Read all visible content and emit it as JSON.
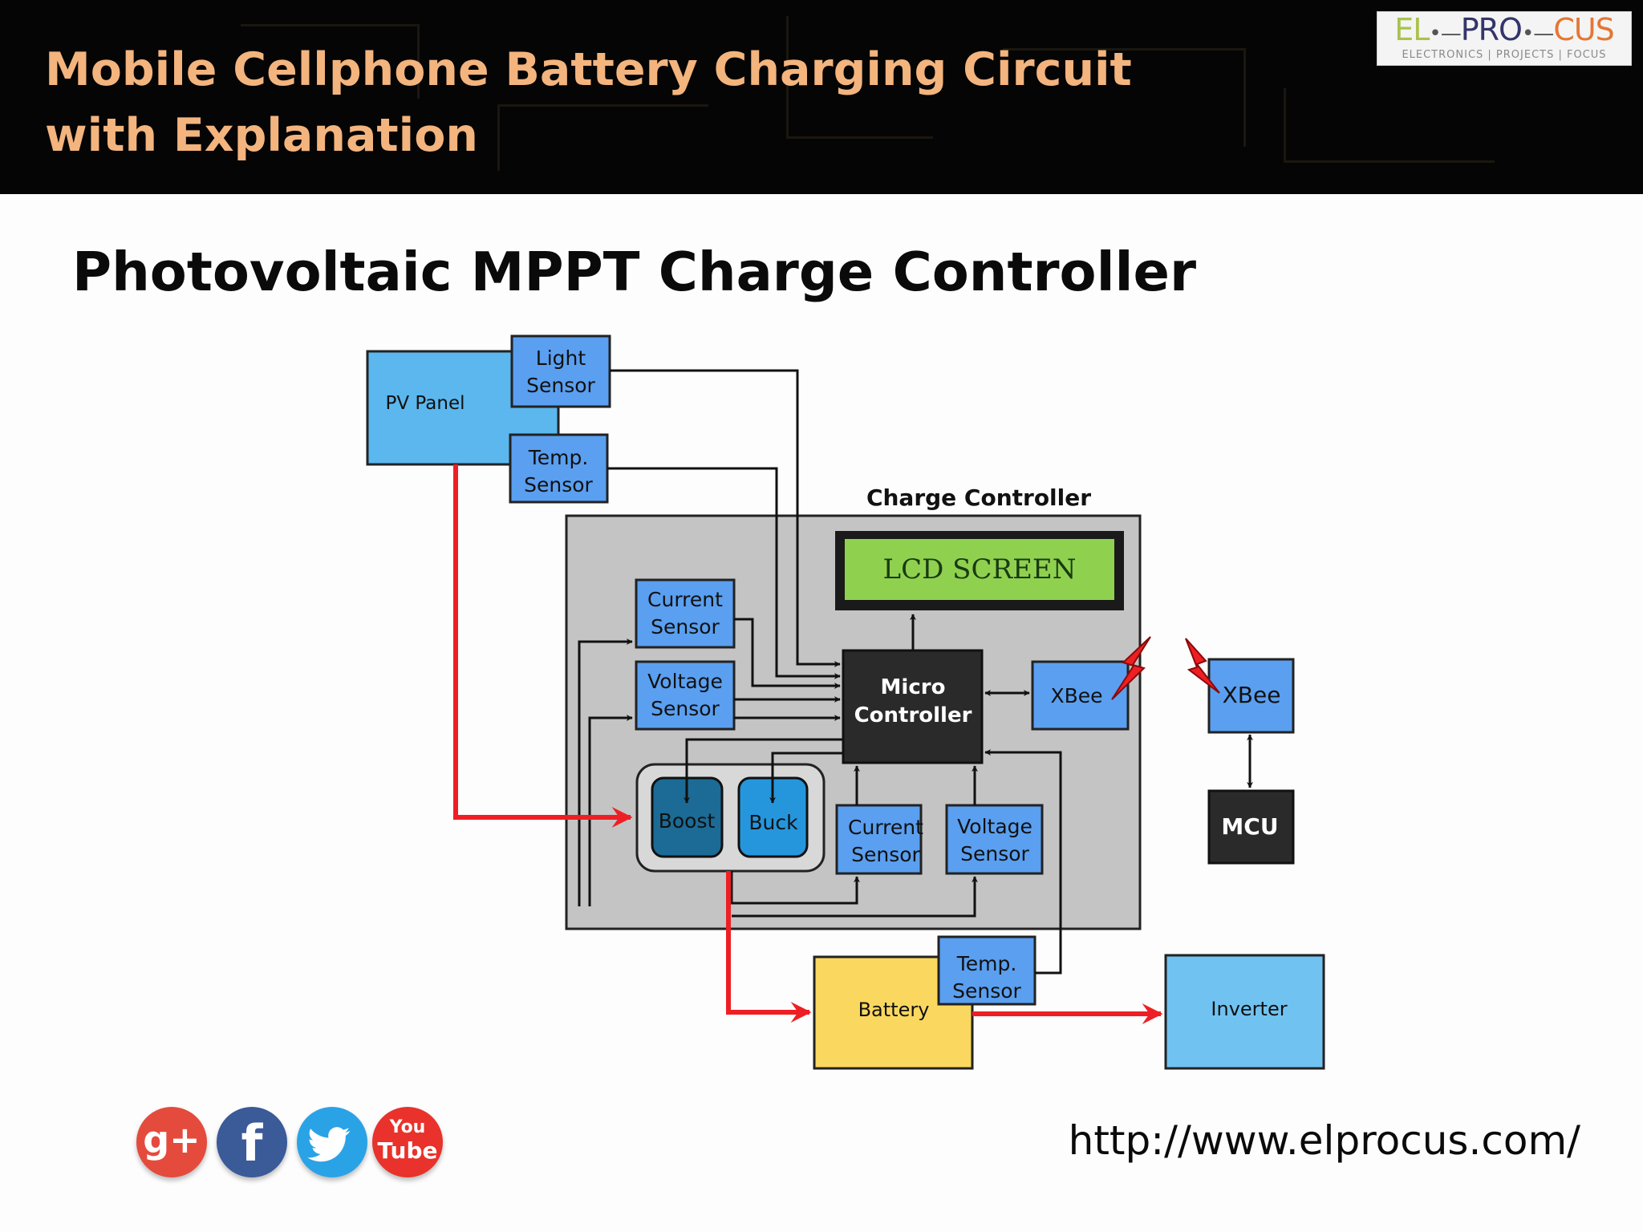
{
  "header": {
    "title": "Mobile Cellphone Battery Charging Circuit with Explanation",
    "logo": {
      "el": "EL",
      "pro": "PRO",
      "cus": "CUS",
      "tagline": "ELECTRONICS | PROJECTS | FOCUS"
    }
  },
  "section_title": "Photovoltaic MPPT Charge Controller",
  "diagram": {
    "charge_controller_label": "Charge Controller",
    "pv_panel": "PV Panel",
    "light_sensor": [
      "Light",
      "Sensor"
    ],
    "temp_sensor_pv": [
      "Temp.",
      "Sensor"
    ],
    "lcd_screen": "LCD SCREEN",
    "current_sensor_in": [
      "Current",
      "Sensor"
    ],
    "voltage_sensor_in": [
      "Voltage",
      "Sensor"
    ],
    "micro_controller": [
      "Micro",
      "Controller"
    ],
    "xbee_local": "XBee",
    "xbee_remote": "XBee",
    "mcu": "MCU",
    "boost": "Boost",
    "buck": "Buck",
    "current_sensor_out": [
      "Current",
      "Sensor"
    ],
    "voltage_sensor_out": [
      "Voltage",
      "Sensor"
    ],
    "battery": "Battery",
    "temp_sensor_battery": [
      "Temp.",
      "Sensor"
    ],
    "inverter": "Inverter",
    "colors": {
      "sensor_blue": "#5a9ff0",
      "panel_blue": "#5bb7ee",
      "inverter_blue": "#70c3f0",
      "lcd_green": "#8fd14f",
      "battery_yellow": "#fad85f",
      "boost_dark": "#1c6b96",
      "buck_blue": "#2596dc",
      "controller_black": "#2a2a2a",
      "power_red": "#ee1f24",
      "controller_gray": "#c4c4c4"
    }
  },
  "social": {
    "icons": [
      "google-plus-icon",
      "facebook-icon",
      "twitter-icon",
      "youtube-icon"
    ],
    "gplus": "g+",
    "facebook": "f",
    "youtube_top": "You",
    "youtube_bottom": "Tube"
  },
  "footer_url": "http://www.elprocus.com/"
}
